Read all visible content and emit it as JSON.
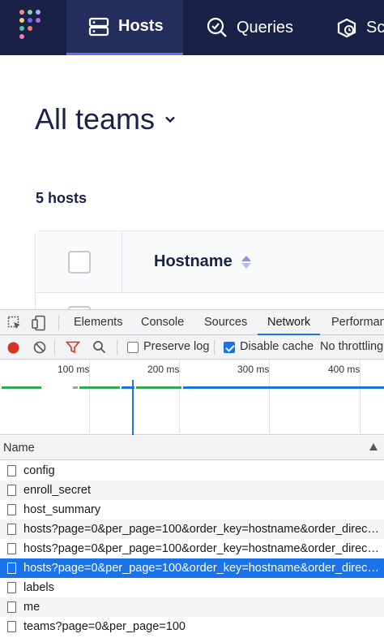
{
  "nav": {
    "tabs": [
      {
        "label": "Hosts",
        "icon": "hosts-icon",
        "active": true
      },
      {
        "label": "Queries",
        "icon": "queries-icon",
        "active": false
      },
      {
        "label": "Sc",
        "icon": "schedule-icon",
        "active": false
      }
    ],
    "logo_colors": [
      "#eb8b9a",
      "#7ed4a5",
      "#a8aef5",
      "#f4cf6b",
      "#6a67fe",
      "#b06bd9",
      "#ef7f6b",
      "#4fc3b4",
      "#f47bb0"
    ]
  },
  "page": {
    "team_selector": "All teams",
    "host_count": "5 hosts",
    "table": {
      "hostname_header": "Hostname"
    }
  },
  "devtools": {
    "tabs": [
      "Elements",
      "Console",
      "Sources",
      "Network",
      "Performan"
    ],
    "active_tab": "Network",
    "toolbar": {
      "preserve_log": {
        "label": "Preserve log",
        "checked": false
      },
      "disable_cache": {
        "label": "Disable cache",
        "checked": true
      },
      "throttling": "No throttling"
    },
    "timeline_ticks": [
      "100 ms",
      "200 ms",
      "300 ms",
      "400 ms"
    ],
    "requests_header": "Name",
    "requests": [
      {
        "name": "config",
        "selected": false
      },
      {
        "name": "enroll_secret",
        "selected": false
      },
      {
        "name": "host_summary",
        "selected": false
      },
      {
        "name": "hosts?page=0&per_page=100&order_key=hostname&order_direction…",
        "selected": false
      },
      {
        "name": "hosts?page=0&per_page=100&order_key=hostname&order_direction…",
        "selected": false
      },
      {
        "name": "hosts?page=0&per_page=100&order_key=hostname&order_direction…",
        "selected": true
      },
      {
        "name": "labels",
        "selected": false
      },
      {
        "name": "me",
        "selected": false
      },
      {
        "name": "teams?page=0&per_page=100",
        "selected": false
      }
    ],
    "colors": {
      "accent": "#1a73e8",
      "record": "#d93025",
      "filter": "#d93025",
      "bar_green": "#34a853",
      "bar_blue": "#1a73e8"
    }
  }
}
